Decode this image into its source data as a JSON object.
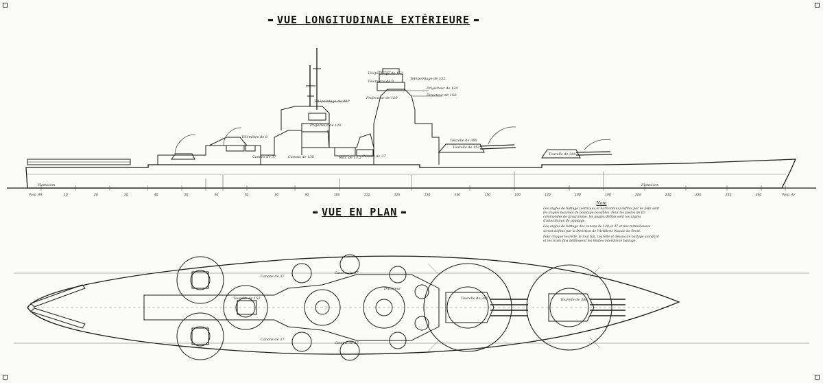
{
  "titles": {
    "elevation": "VUE LONGITUDINALE EXTÉRIEURE",
    "plan": "VUE EN PLAN"
  },
  "note": {
    "heading": "Note",
    "paragraphs": [
      "Les angles de battage (verticaux et horizontaux) définis par ce plan sont les angles maximal de pointage possibles. Pour les postes de tir, commandés de programme, les angles définis sont les angles d'interdiction de pointage.",
      "Les angles de battage des canons de 130 et 37 et des mitrailleuses seront définis par la Direction de l'Artillerie Navale de Brest.",
      "Pour chaque tourelle, le tout fait, tourelle et dessus de battage standard et les traits fins définissent les limites interdits le battage."
    ]
  },
  "elevation_labels": {
    "telemetre_top": "Télépointage de 380",
    "telemetre_mid": "Télépointage de 152",
    "projecteur_1": "Projecteur de 120",
    "telemetre_8": "Télémètre de 8",
    "rangefinder_fore": "Télémètre de 8",
    "projecteur_2": "Projecteur de 120",
    "directeur": "Directeur de 152",
    "telepointage_aft": "Télépointage de 152",
    "projecteur_aft": "Projecteur de 120",
    "tourelle_mid": "Tourelle de 152",
    "tourelle_2": "Tourelle de 380",
    "tourelle_1": "Tourelle de 380",
    "canon_37": "Canons de 37",
    "canon_130": "Canons de 130",
    "canon_37b": "Canons de 37",
    "mitr": "Mitr. de 13,2",
    "arriere": "Flottaison",
    "avant": "Flottaison"
  },
  "plan_labels": {
    "t1": "Tourelle de 380",
    "t2": "Tourelle de 380",
    "t3": "Tourelle de 152",
    "c130a": "Canons de 37",
    "c130b": "Canons de 37",
    "c37a": "Canons de 37",
    "c37b": "Canons de 37",
    "dir": "Directeur"
  },
  "frame_stations": [
    "Perp. AR",
    "10",
    "20",
    "30",
    "40",
    "50",
    "60",
    "70",
    "80",
    "90",
    "100",
    "110",
    "120",
    "130",
    "140",
    "150",
    "160",
    "170",
    "180",
    "190",
    "200",
    "210",
    "220",
    "230",
    "240",
    "Perp. AV"
  ],
  "colors": {
    "ink": "#1a1a1a",
    "paper": "#fbfbf8",
    "fine": "#555555"
  }
}
